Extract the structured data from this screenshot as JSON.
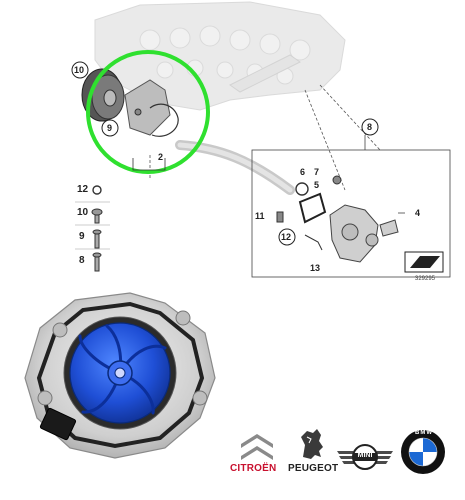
{
  "diagram": {
    "callouts": {
      "c10": "10",
      "c9": "9",
      "c2": "2",
      "c8": "8",
      "c6": "6",
      "c7": "7",
      "c5": "5",
      "c11": "11",
      "c12": "12",
      "c13": "13",
      "c4": "4"
    },
    "legend": [
      "12",
      "10",
      "9",
      "8"
    ],
    "diagram_id": "329295",
    "highlight_color": "#2fe02f"
  },
  "brands": {
    "citroen": {
      "part1": "CITROËN",
      "part2": "",
      "color": "#c8102e"
    },
    "peugeot": {
      "label": "PEUGEOT",
      "color": "#222222"
    },
    "mini": {
      "label": "MINI"
    },
    "bmw": {
      "letters": "BMW",
      "blue": "#1c69d4"
    }
  },
  "product": {
    "impeller_color": "#1f4fd6"
  }
}
